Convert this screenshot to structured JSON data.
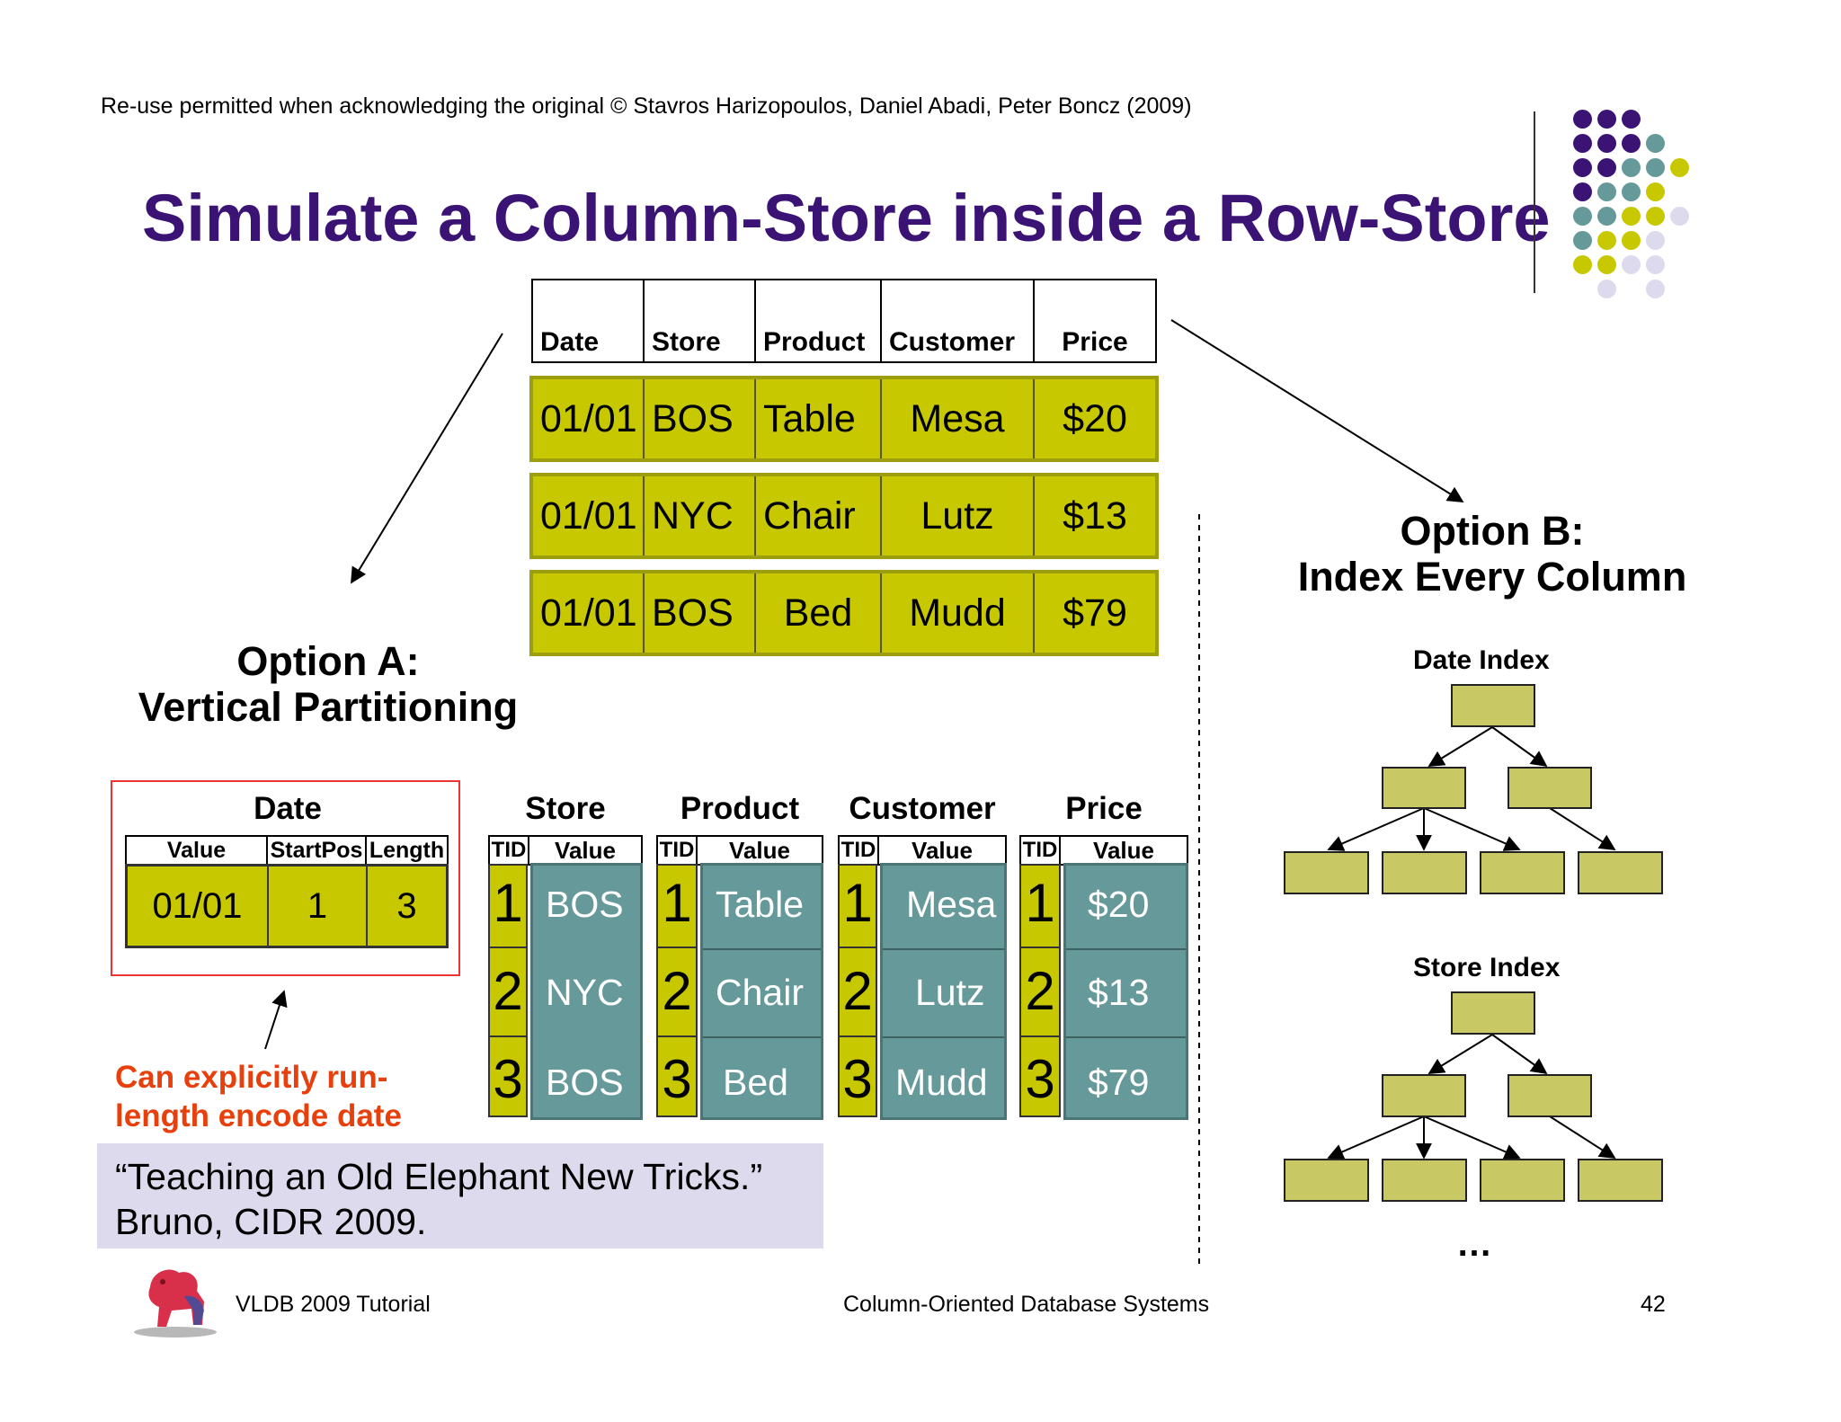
{
  "copyright": "Re-use permitted when acknowledging the original © Stavros Harizopoulos, Daniel Abadi, Peter Boncz (2009)",
  "title": "Simulate a Column-Store inside a Row-Store",
  "colors": {
    "title": "#3a1375",
    "purple": "#3a1375",
    "teal": "#669999",
    "yellow_green": "#c8c800",
    "lavender": "#dcdaec",
    "note_red": "#e8400c",
    "index_node": "#c8c864"
  },
  "logo_dots": [
    [
      "purple",
      "purple",
      "purple",
      "none",
      "none"
    ],
    [
      "purple",
      "purple",
      "purple",
      "teal",
      "none"
    ],
    [
      "purple",
      "purple",
      "teal",
      "teal",
      "yellow_green"
    ],
    [
      "purple",
      "teal",
      "teal",
      "yellow_green",
      "none"
    ],
    [
      "teal",
      "teal",
      "yellow_green",
      "yellow_green",
      "lavender"
    ],
    [
      "teal",
      "yellow_green",
      "yellow_green",
      "lavender",
      "none"
    ],
    [
      "yellow_green",
      "yellow_green",
      "lavender",
      "lavender",
      "none"
    ],
    [
      "none",
      "lavender",
      "none",
      "lavender",
      "none"
    ]
  ],
  "row_table": {
    "headers": [
      "Date",
      "Store",
      "Product",
      "Customer",
      "Price"
    ],
    "rows": [
      [
        "01/01",
        "BOS",
        "Table",
        "Mesa",
        "$20"
      ],
      [
        "01/01",
        "NYC",
        "Chair",
        "Lutz",
        "$13"
      ],
      [
        "01/01",
        "BOS",
        "Bed",
        "Mudd",
        "$79"
      ]
    ]
  },
  "option_a": {
    "line1": "Option A:",
    "line2": "Vertical Partitioning"
  },
  "option_b": {
    "line1": "Option B:",
    "line2": "Index Every Column"
  },
  "date_rle": {
    "title": "Date",
    "headers": [
      "Value",
      "StartPos",
      "Length"
    ],
    "row": [
      "01/01",
      "1",
      "3"
    ]
  },
  "note": {
    "line1": "Can explicitly run-",
    "line2": "length encode date"
  },
  "column_tables": [
    {
      "title": "Store",
      "tid_header": "TID",
      "value_header": "Value",
      "tids": [
        "1",
        "2",
        "3"
      ],
      "values": [
        "BOS",
        "NYC",
        "BOS"
      ]
    },
    {
      "title": "Product",
      "tid_header": "TID",
      "value_header": "Value",
      "tids": [
        "1",
        "2",
        "3"
      ],
      "values": [
        "Table",
        "Chair",
        "Bed"
      ]
    },
    {
      "title": "Customer",
      "tid_header": "TID",
      "value_header": "Value",
      "tids": [
        "1",
        "2",
        "3"
      ],
      "values": [
        "Mesa",
        "Lutz",
        "Mudd"
      ]
    },
    {
      "title": "Price",
      "tid_header": "TID",
      "value_header": "Value",
      "tids": [
        "1",
        "2",
        "3"
      ],
      "values": [
        "$20",
        "$13",
        "$79"
      ]
    }
  ],
  "citation": {
    "line1": "“Teaching an Old Elephant New Tricks.”",
    "line2": "Bruno, CIDR 2009."
  },
  "indexes": [
    {
      "label": "Date Index"
    },
    {
      "label": "Store Index"
    }
  ],
  "ellipsis": "…",
  "footer": {
    "left": "VLDB 2009 Tutorial",
    "center": "Column-Oriented Database Systems",
    "page": "42"
  },
  "icons": {
    "logo": "dot-grid-logo",
    "vldb_logo": "red-lion-statue-icon"
  }
}
